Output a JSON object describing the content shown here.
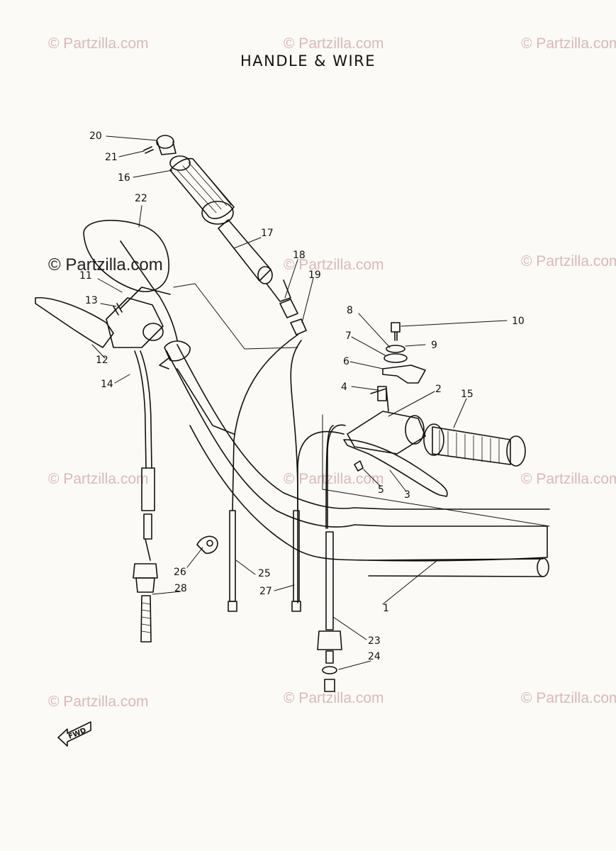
{
  "title": "HANDLE & WIRE",
  "watermark": "© Partzilla.com",
  "fwd_label": "FWD",
  "colors": {
    "ink": "#111111",
    "watermark": "#d9b9b9",
    "paper": "#fbfaf6"
  },
  "callouts": [
    "20",
    "21",
    "16",
    "22",
    "17",
    "18",
    "19",
    "11",
    "13",
    "12",
    "14",
    "10",
    "8",
    "9",
    "7",
    "6",
    "4",
    "2",
    "15",
    "5",
    "3",
    "26",
    "25",
    "28",
    "27",
    "1",
    "23",
    "24"
  ]
}
